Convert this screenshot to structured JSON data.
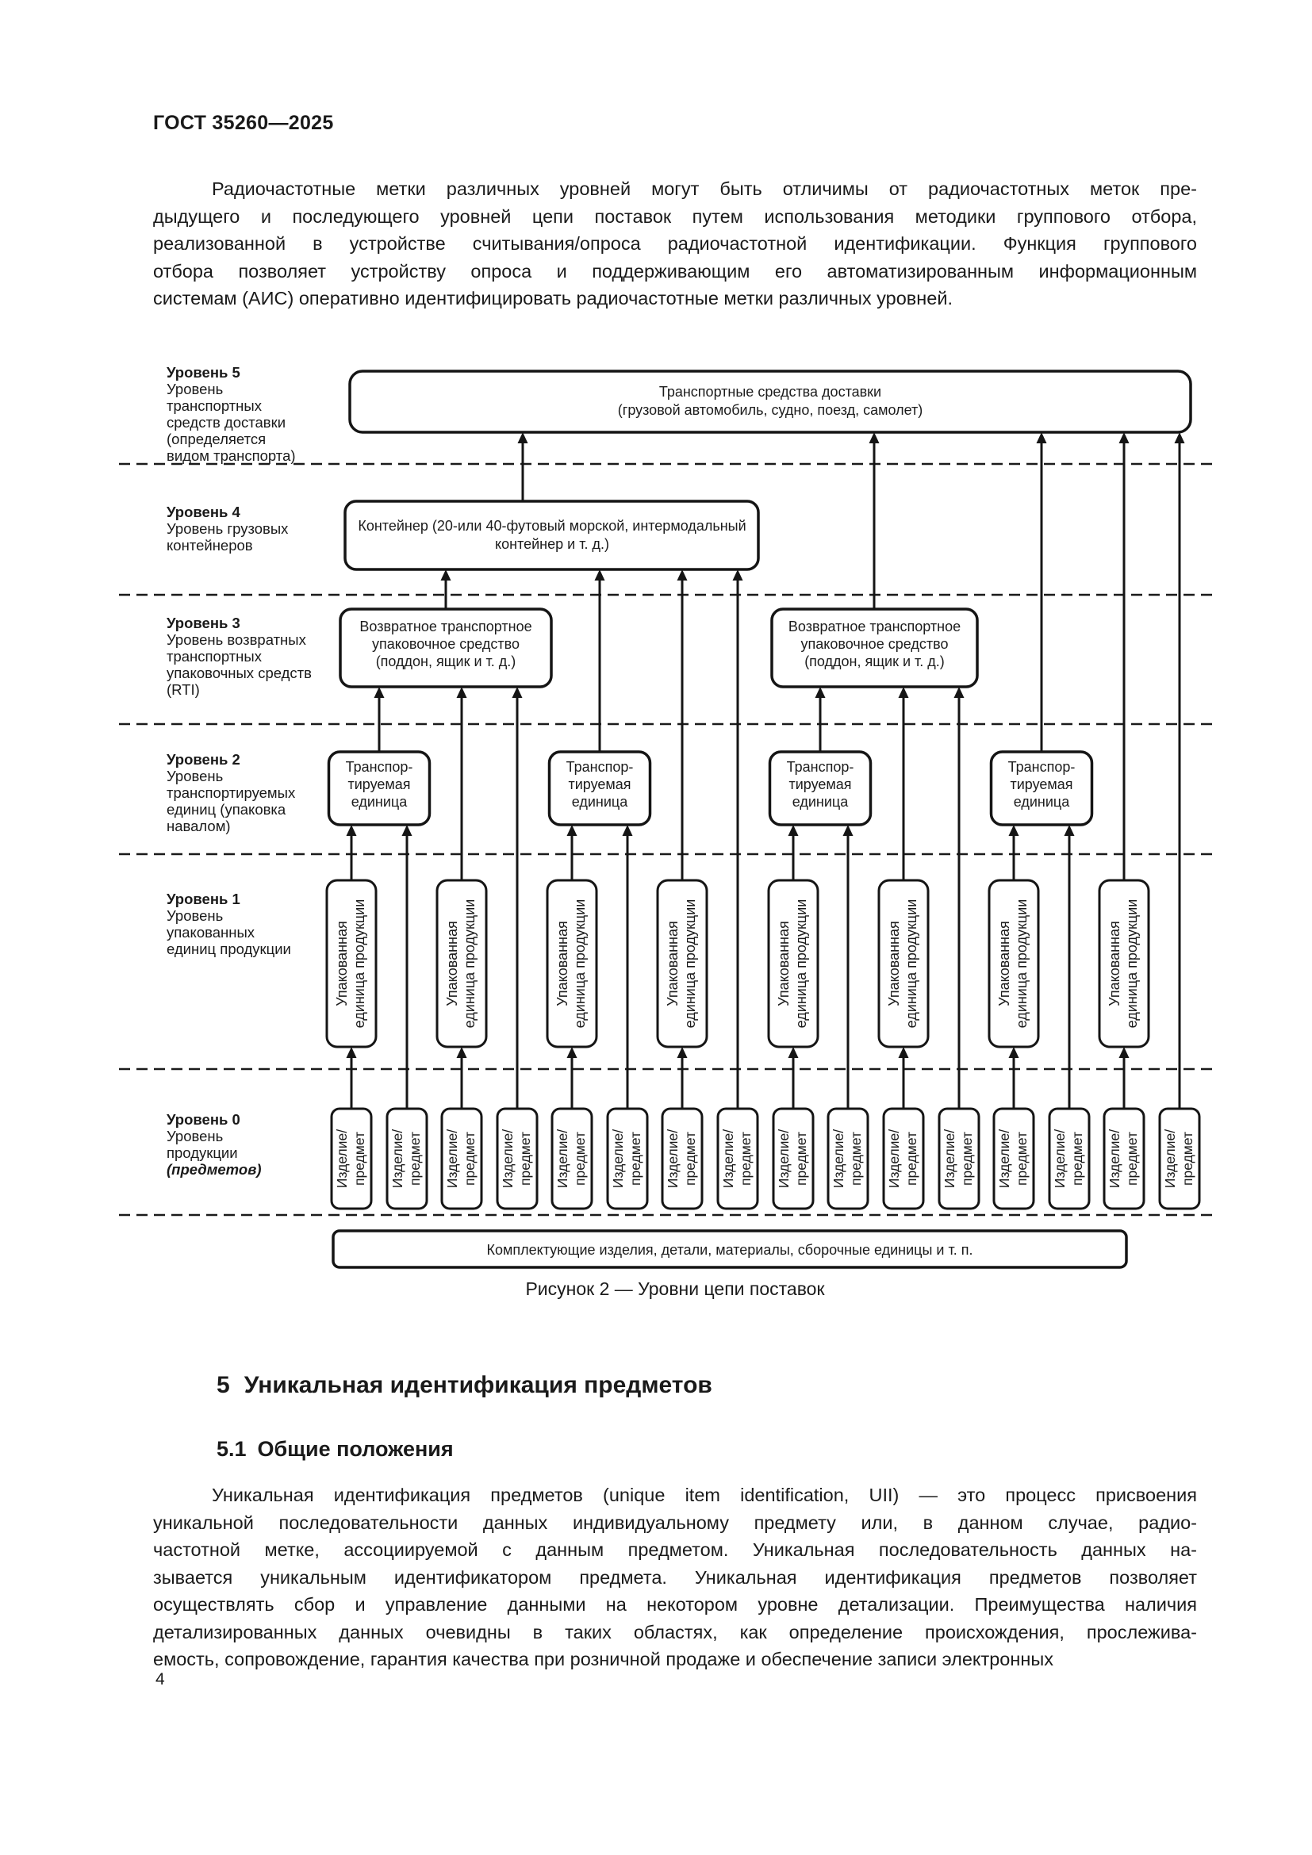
{
  "page": {
    "number": "4"
  },
  "header": {
    "title": "ГОСТ 35260—2025"
  },
  "intro_paragraph": {
    "lines": [
      "Радиочастотные метки различных уровней могут быть отличимы от радиочастотных меток пре-",
      "дыдущего и последующего уровней цепи поставок путем использования методики группового отбора,",
      "реализованной в устройстве считывания/опроса радиочастотной идентификации. Функция группового",
      "отбора позволяет устройству опроса и поддерживающим его автоматизированным информационным",
      "системам (АИС) оперативно идентифицировать радиочастотные метки различных уровней."
    ]
  },
  "figure": {
    "caption": "Рисунок 2 — Уровни цепи поставок",
    "bottom_box": "Комплектующие изделия, детали, материалы, сборочные единицы и т. п.",
    "levels": {
      "level5": {
        "label_title": "Уровень 5",
        "label_lines": [
          "Уровень",
          "транспортных",
          "средств доставки",
          "(определяется",
          "видом транспорта)"
        ],
        "box_lines": [
          "Транспортные средства доставки",
          "(грузовой автомобиль, судно, поезд, самолет)"
        ]
      },
      "level4": {
        "label_title": "Уровень 4",
        "label_lines": [
          "Уровень грузовых",
          "контейнеров"
        ],
        "box_lines": [
          "Контейнер (20-или 40-футовый морской, интермодальный",
          "контейнер и т. д.)"
        ]
      },
      "level3": {
        "label_title": "Уровень 3",
        "label_lines": [
          "Уровень возвратных",
          "транспортных",
          "упаковочных средств",
          "(RTI)"
        ],
        "box_lines": [
          "Возвратное транспортное",
          "упаковочное средство",
          "(поддон, ящик и т. д.)"
        ],
        "box_count": 2
      },
      "level2": {
        "label_title": "Уровень 2",
        "label_lines": [
          "Уровень",
          "транспортируемых",
          "единиц (упаковка",
          "навалом)"
        ],
        "box_lines": [
          "Транспор-",
          "тируемая",
          "единица"
        ],
        "box_count": 4
      },
      "level1": {
        "label_title": "Уровень 1",
        "label_lines": [
          "Уровень",
          "упакованных",
          "единиц продукции"
        ],
        "box_lines": [
          "Упакованная",
          "единица продукции"
        ],
        "box_count": 8
      },
      "level0": {
        "label_title": "Уровень 0",
        "label_lines": [
          "Уровень",
          "продукции"
        ],
        "label_emphasis": "(предметов)",
        "box_lines": [
          "Изделие/",
          "предмет"
        ],
        "box_count": 16
      }
    }
  },
  "section": {
    "number": "5",
    "title": "Уникальная идентификация предметов",
    "sub_number": "5.1",
    "sub_title": "Общие положения",
    "body_lines": [
      "Уникальная идентификация предметов (unique item identification, UII) — это процесс присвоения",
      "уникальной последовательности данных индивидуальному предмету или, в данном случае, радио-",
      "частотной метке, ассоциируемой с данным предметом. Уникальная последовательность данных на-",
      "зывается уникальным идентификатором предмета. Уникальная идентификация предметов позволяет",
      "осуществлять сбор и управление данными на некотором уровне детализации. Преимущества наличия",
      "детализированных данных очевидны в таких областях, как определение происхождения, прослежива-",
      "емость, сопровождение, гарантия качества при розничной продаже и обеспечение записи электронных"
    ]
  }
}
